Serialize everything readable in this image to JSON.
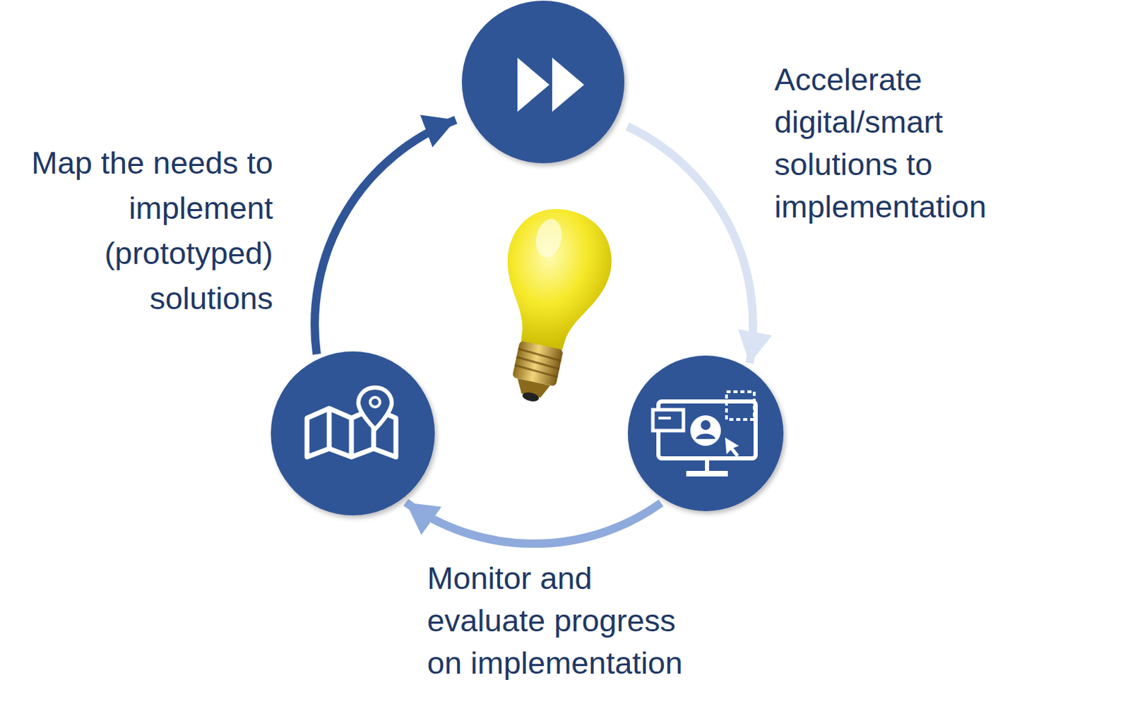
{
  "diagram": {
    "nodes": [
      {
        "text": [
          "Map the needs to implement (prototyped) solutions"
        ]
      },
      {
        "text": [
          "Accelerate digital/smart solutions to implementation"
        ]
      },
      {
        "text": [
          "Monitor and evaluate progress on implementation"
        ]
      }
    ],
    "edges": [
      {
        "from": 0,
        "to": 1,
        "arrow": "to"
      },
      {
        "from": 1,
        "to": 2,
        "arrow": "to"
      },
      {
        "from": 2,
        "to": 0,
        "arrow": "to"
      }
    ]
  }
}
